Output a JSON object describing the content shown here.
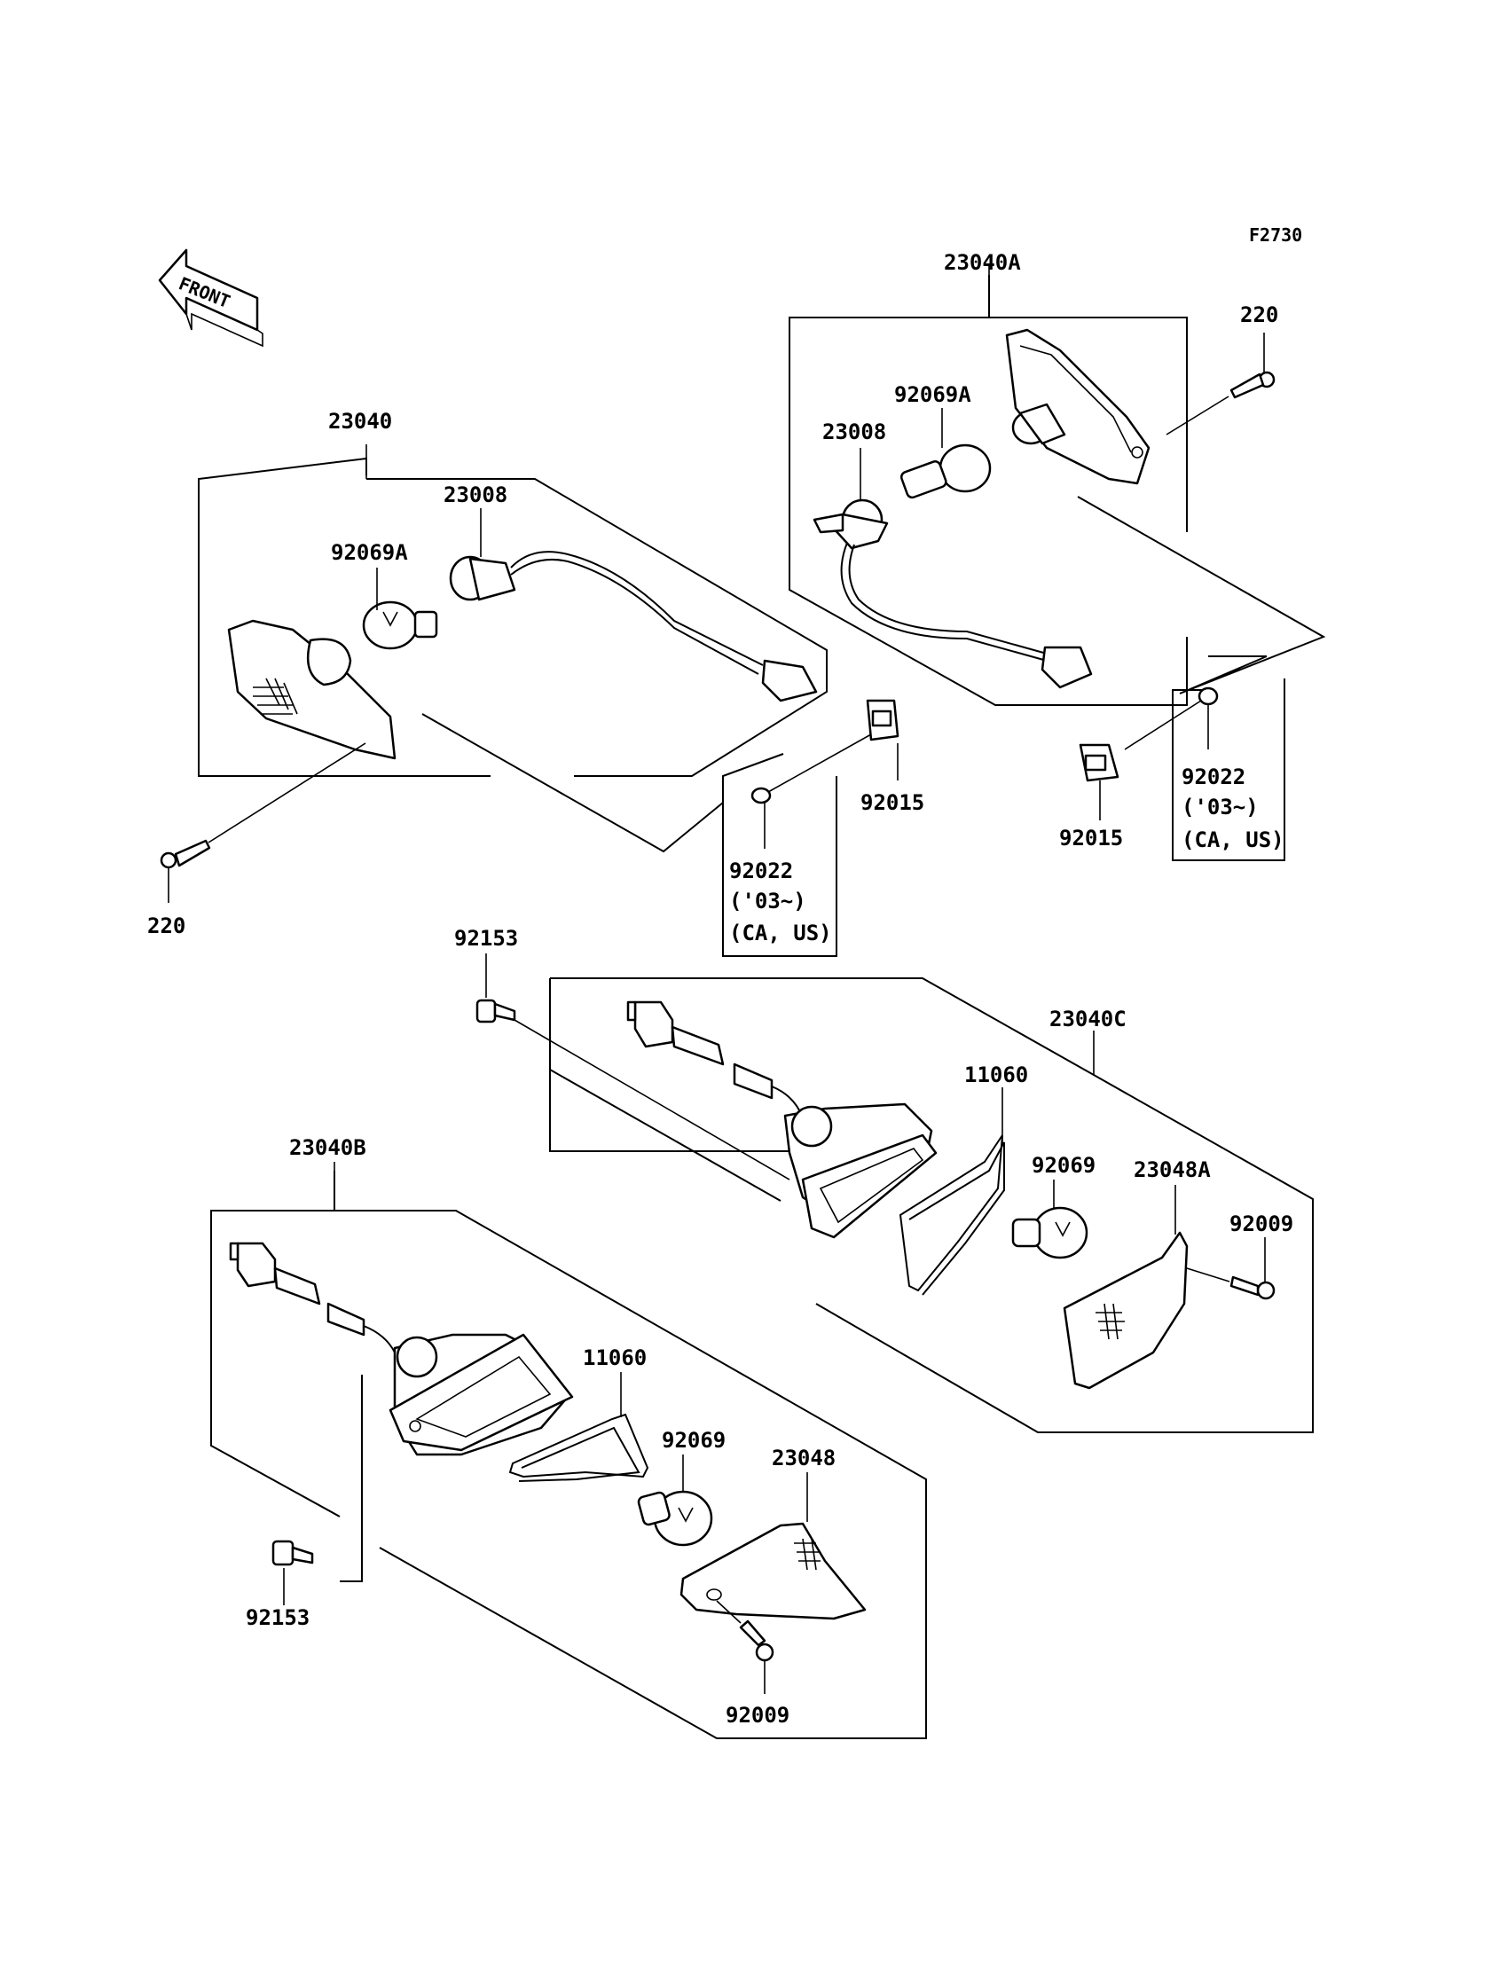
{
  "figure_code": "F2730",
  "front_label": "FRONT",
  "groups": {
    "rear_left": {
      "assembly": "23040",
      "socket": "23008",
      "bulb": "92069A",
      "screw": "220",
      "nut": "92015",
      "washer": "92022",
      "washer_note_1": "('03~)",
      "washer_note_2": "(CA, US)"
    },
    "rear_right": {
      "assembly": "23040A",
      "socket": "23008",
      "bulb": "92069A",
      "screw": "220",
      "nut": "92015",
      "washer": "92022",
      "washer_note_1": "('03~)",
      "washer_note_2": "(CA, US)"
    },
    "front_right": {
      "assembly": "23040C",
      "gasket": "11060",
      "bulb": "92069",
      "lens": "23048A",
      "lens_screw": "92009",
      "bolt": "92153"
    },
    "front_left": {
      "assembly": "23040B",
      "gasket": "11060",
      "bulb": "92069",
      "lens": "23048",
      "lens_screw": "92009",
      "bolt": "92153"
    }
  }
}
